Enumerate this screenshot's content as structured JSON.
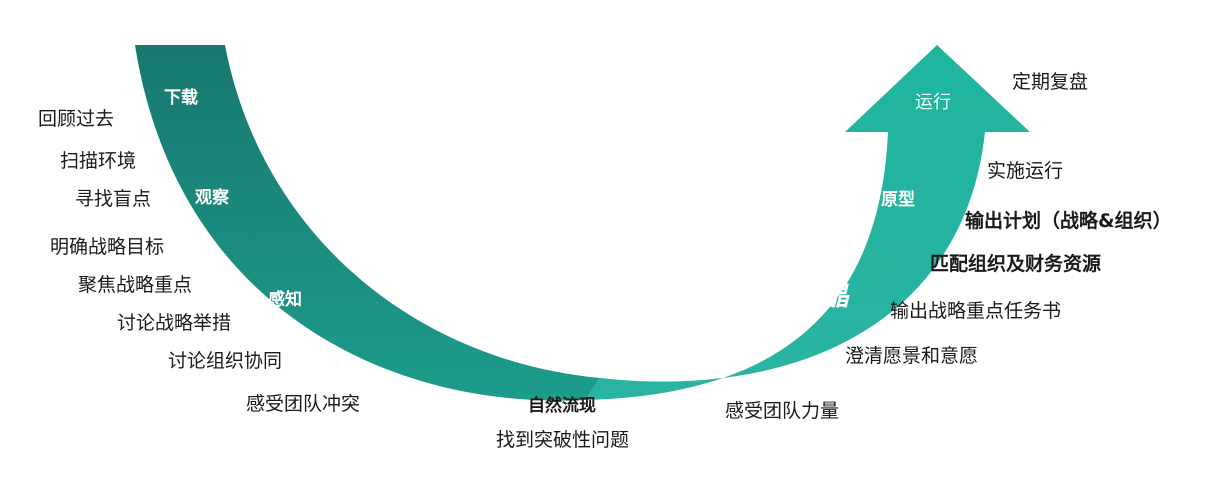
{
  "colors": {
    "left_band_top": "#18786f",
    "left_band_bottom": "#1d9c8a",
    "right_band_bottom": "#2ab3a0",
    "right_band_top": "#1fb59e"
  },
  "stages": {
    "download": "下载",
    "observe": "观察",
    "perceive": "感知",
    "natural_flow": "自然流现",
    "crystallize": "结晶",
    "prototype": "原型",
    "operate": "运行"
  },
  "left_steps": [
    "回顾过去",
    "扫描环境",
    "寻找盲点",
    "明确战略目标",
    "聚焦战略重点",
    "讨论战略举措",
    "讨论组织协同",
    "感受团队冲突"
  ],
  "bottom_step": "找到突破性问题",
  "right_steps": [
    "感受团队力量",
    "澄清愿景和意愿",
    "输出战略重点任务书",
    "匹配组织及财务资源",
    "输出计划（战略&组织）",
    "实施运行",
    "定期复盘"
  ]
}
